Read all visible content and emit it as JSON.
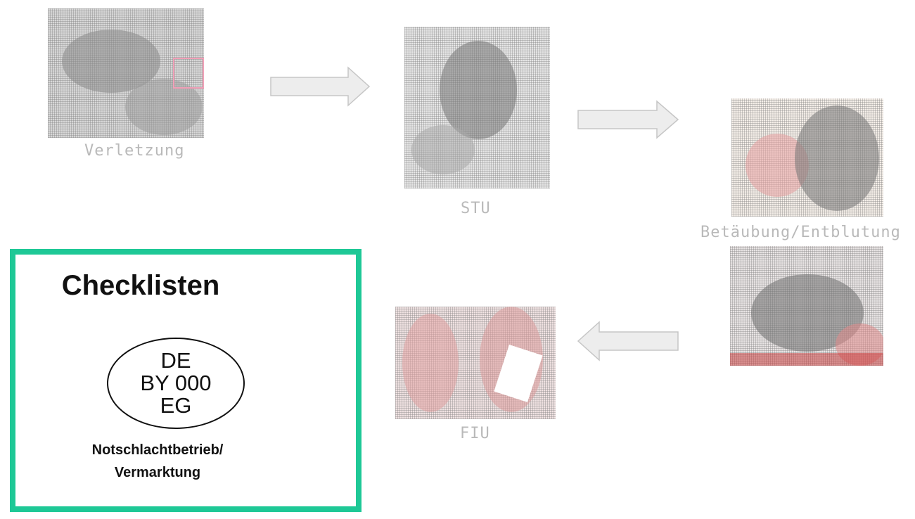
{
  "flow": {
    "step1_label": "Verletzung",
    "step2_label": "STU",
    "step3_label": "Betäubung/Entblutung",
    "step4_label": "FIU"
  },
  "checklist": {
    "title": "Checklisten",
    "stamp_line1": "DE",
    "stamp_line2": "BY 000",
    "stamp_line3": "EG",
    "caption_line1": "Notschlachtbetrieb/",
    "caption_line2": "Vermarktung"
  },
  "colors": {
    "panel_border": "#1ec896",
    "arrow_fill": "#b3b3b3",
    "faded": "#d9d9d9"
  }
}
